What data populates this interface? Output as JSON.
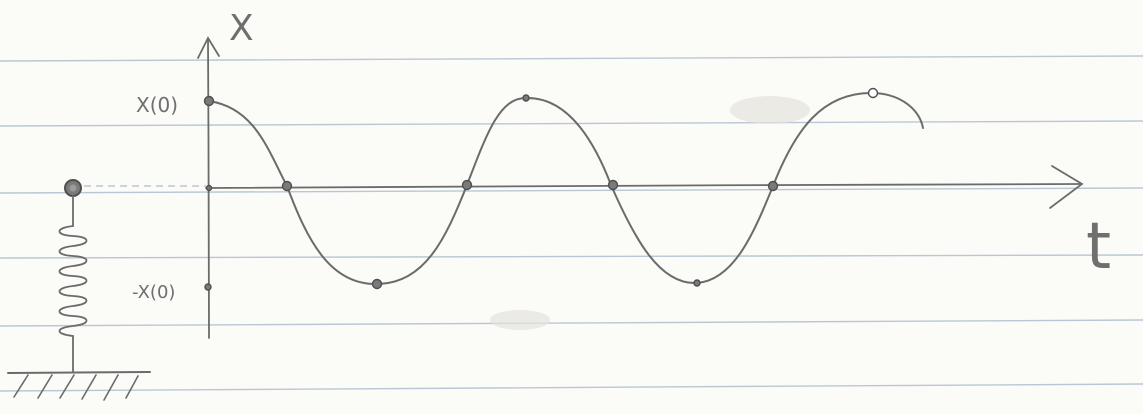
{
  "labels": {
    "y_axis": "X",
    "x_axis": "t",
    "positive_amplitude": "X(0)",
    "negative_amplitude": "-X(0)"
  },
  "colors": {
    "paper": "#fbfbf8",
    "ruled_line": "#b9c7d4",
    "ink": "#6b6b6b"
  },
  "sketch": {
    "curve": "cosine",
    "spring": "vertical-coil-on-ground"
  }
}
